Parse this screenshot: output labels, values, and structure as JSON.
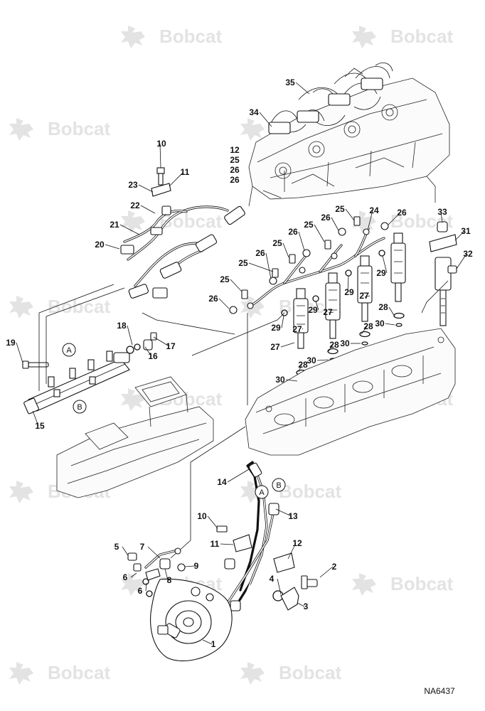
{
  "watermark": {
    "text": "Bobcat",
    "color": "#e3e3e3"
  },
  "document_code": "NA6437",
  "connector_labels": [
    "A",
    "B"
  ],
  "callouts": [
    "1",
    "2",
    "3",
    "4",
    "5",
    "6",
    "6",
    "7",
    "8",
    "9",
    "10",
    "11",
    "12",
    "13",
    "14",
    "10",
    "11",
    "12",
    "15",
    "16",
    "17",
    "18",
    "19",
    "20",
    "21",
    "22",
    "23",
    "24",
    "25",
    "25",
    "25",
    "25",
    "25",
    "25",
    "26",
    "26",
    "26",
    "26",
    "26",
    "26",
    "26",
    "27",
    "27",
    "27",
    "27",
    "28",
    "28",
    "28",
    "28",
    "29",
    "29",
    "29",
    "29",
    "30",
    "30",
    "30",
    "30",
    "31",
    "32",
    "33",
    "34",
    "35"
  ],
  "colors": {
    "ink": "#111111",
    "paper": "#ffffff"
  }
}
